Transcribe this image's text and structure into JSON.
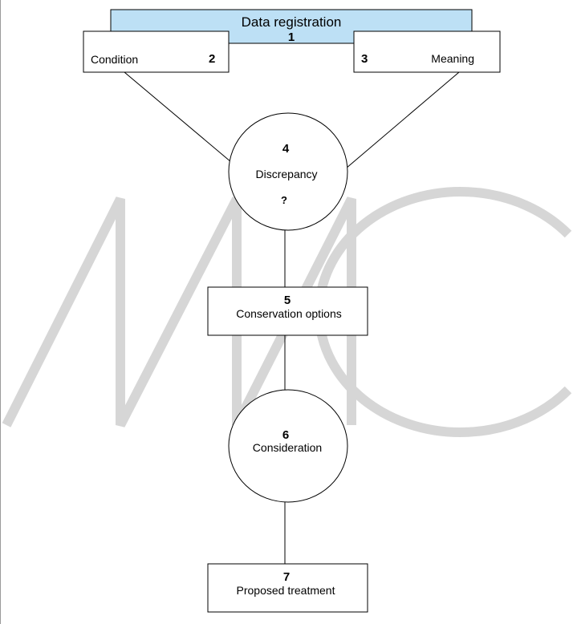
{
  "watermark": {
    "letters": "MMC",
    "color": "#d6d6d6"
  },
  "header": {
    "number": "1",
    "label": "Data registration",
    "fill": "#bde0f5"
  },
  "condition": {
    "number": "2",
    "label": "Condition"
  },
  "meaning": {
    "number": "3",
    "label": "Meaning"
  },
  "discrepancy": {
    "number": "4",
    "label": "Discrepancy",
    "mark": "?"
  },
  "options": {
    "number": "5",
    "label": "Conservation options"
  },
  "consideration": {
    "number": "6",
    "label": "Consideration"
  },
  "treatment": {
    "number": "7",
    "label": "Proposed treatment"
  }
}
